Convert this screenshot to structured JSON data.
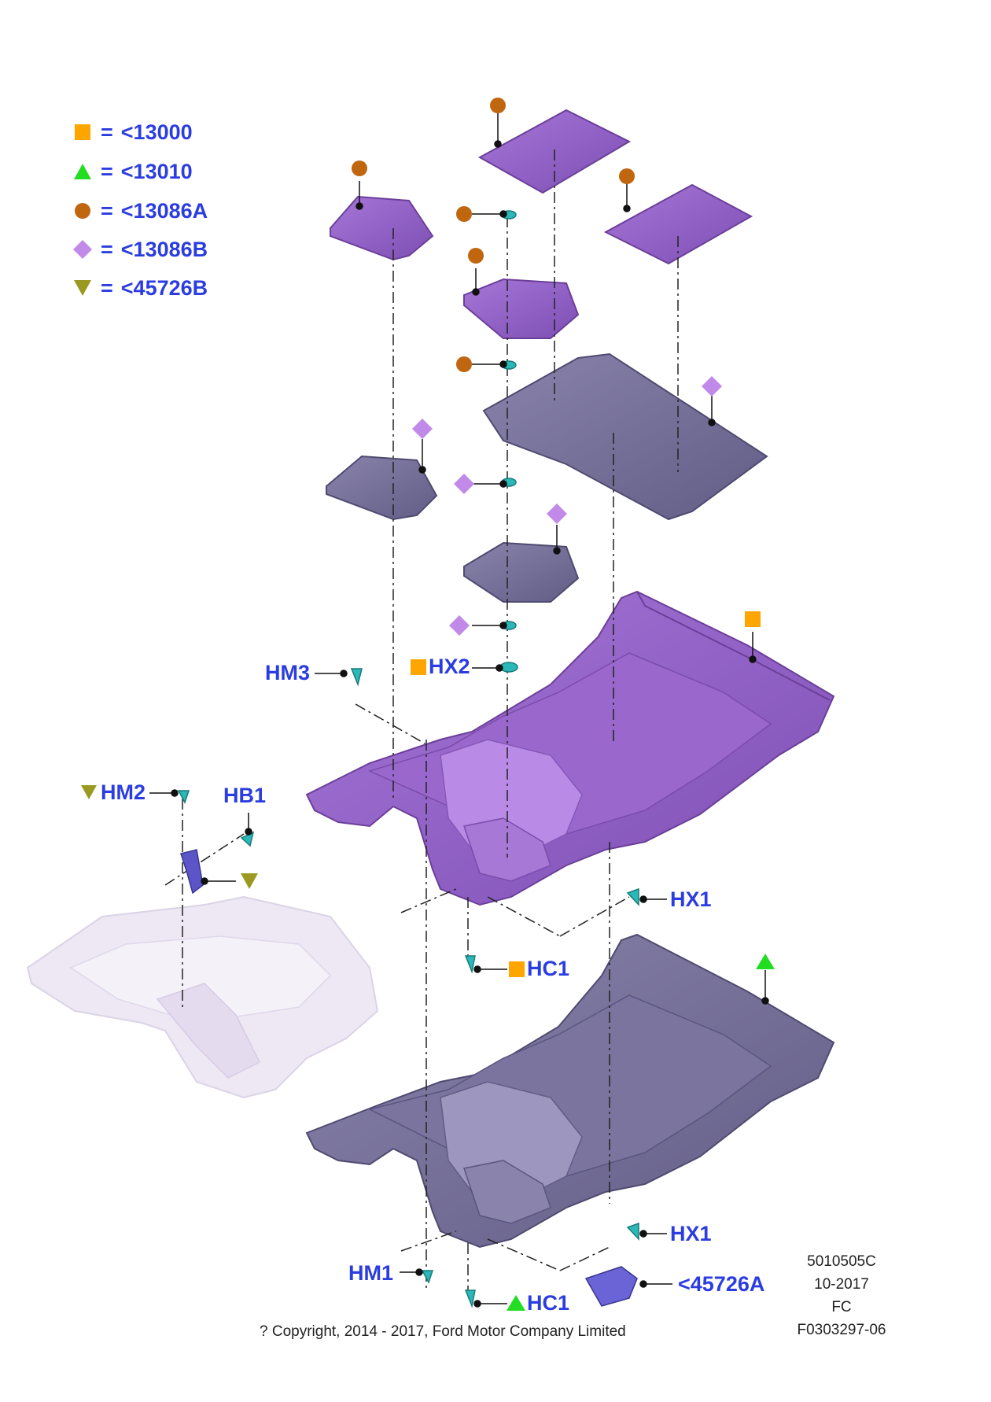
{
  "legend": [
    {
      "symbol": "square",
      "color": "#ffa500",
      "equals": "=",
      "text": "<13000"
    },
    {
      "symbol": "triangle-up",
      "color": "#22dd22",
      "equals": "=",
      "text": "<13010"
    },
    {
      "symbol": "circle",
      "color": "#c0660f",
      "equals": "=",
      "text": "<13086A"
    },
    {
      "symbol": "diamond",
      "color": "#c28ae8",
      "equals": "=",
      "text": "<13086B"
    },
    {
      "symbol": "triangle-down",
      "color": "#9a9a22",
      "equals": "=",
      "text": "<45726B"
    }
  ],
  "callouts": {
    "hm3": "HM3",
    "hx2": "HX2",
    "hm2": "HM2",
    "hb1": "HB1",
    "hx1_upper": "HX1",
    "hc1_upper": "HC1",
    "hx1_lower": "HX1",
    "hm1": "HM1",
    "hc1_lower": "HC1",
    "part_45726a": "<45726A"
  },
  "drawing_info": {
    "code": "5010505C",
    "date": "10-2017",
    "region": "FC",
    "figure": "F0303297-06"
  },
  "copyright": "? Copyright, 2014 - 2017, Ford Motor Company Limited",
  "colors": {
    "mat_purple": "#8e5cc0",
    "mat_purple_light": "#a876dc",
    "mat_gray": "#76709a",
    "carpet_gray": "#6f6a94",
    "clip_teal": "#2bb8b8",
    "label_blue": "#2b3de0",
    "ghost": "#e6def0"
  }
}
